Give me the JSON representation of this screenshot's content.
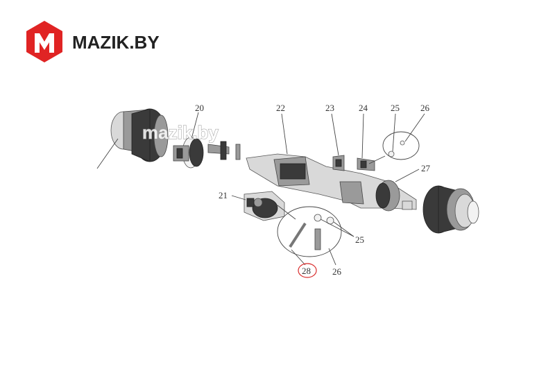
{
  "brand": {
    "name": "MAZIK.BY",
    "color": "#e02424"
  },
  "watermark": "mazik.by",
  "callouts": {
    "c20": "20",
    "c21": "21",
    "c22": "22",
    "c23": "23",
    "c24": "24",
    "c25_top": "25",
    "c26_top": "26",
    "c27": "27",
    "c25_bottom": "25",
    "c26_bottom": "26",
    "c28": "28"
  },
  "highlight_color": "#d92b2b",
  "icons": [
    "mazik-logo-icon"
  ]
}
